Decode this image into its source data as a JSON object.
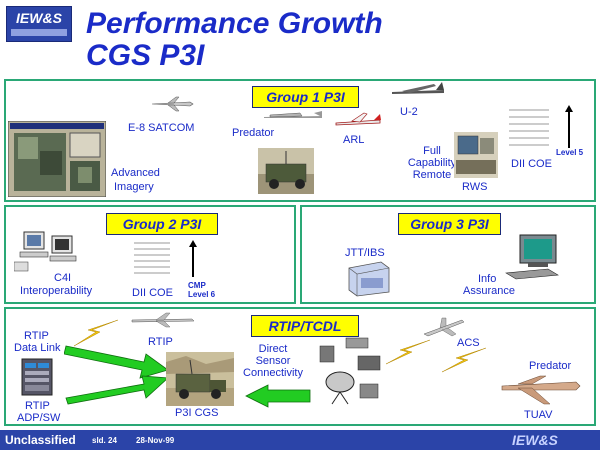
{
  "header": {
    "logo_text": "IEW&S",
    "title_line1": "Performance Growth",
    "title_line2": "CGS P3I"
  },
  "group1": {
    "heading": "Group 1 P3I",
    "labels": {
      "e8": "E-8 SATCOM",
      "predator": "Predator",
      "arl": "ARL",
      "u2": "U-2",
      "imagery_1": "Advanced",
      "imagery_2": "Imagery",
      "fcr_1": "Full",
      "fcr_2": "Capability",
      "fcr_3": "Remote",
      "rws": "RWS",
      "dii": "DII COE",
      "level": "Level 5"
    }
  },
  "group2": {
    "heading": "Group 2 P3I",
    "labels": {
      "c4i_1": "C4I",
      "c4i_2": "Interoperability",
      "dii": "DII COE",
      "cmp": "CMP",
      "level": "Level 6"
    }
  },
  "group3": {
    "heading": "Group 3 P3I",
    "labels": {
      "jtt": "JTT/IBS",
      "ia_1": "Info",
      "ia_2": "Assurance"
    }
  },
  "rtip": {
    "heading": "RTIP/TCDL",
    "labels": {
      "datalink_1": "RTIP",
      "datalink_2": "Data Link",
      "rtip": "RTIP",
      "dsc_1": "Direct",
      "dsc_2": "Sensor",
      "dsc_3": "Connectivity",
      "acs": "ACS",
      "predator": "Predator",
      "adp_1": "RTIP",
      "adp_2": "ADP/SW",
      "cgs": "P3I CGS",
      "tuav": "TUAV"
    }
  },
  "footer": {
    "classification": "Unclassified",
    "slide": "sld. 24",
    "date": "28-Nov-99",
    "logo": "IEW&S"
  },
  "colors": {
    "title_blue": "#1a2bc8",
    "panel_border": "#2aa876",
    "group_fill": "#ffff00",
    "arrow_green": "#22cc22",
    "footer_blue": "#2b44a8"
  }
}
